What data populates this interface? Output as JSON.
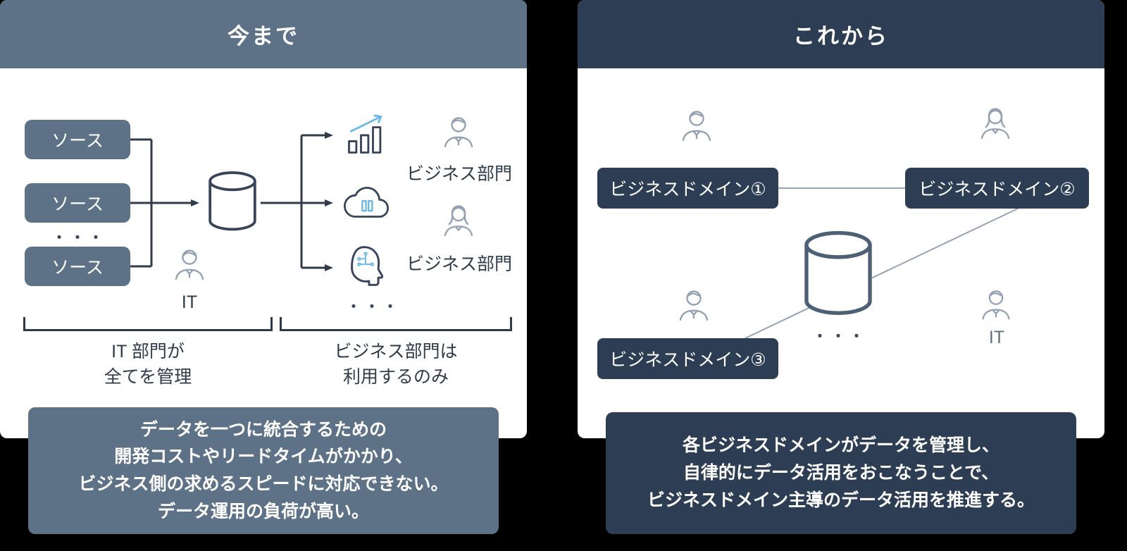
{
  "colors": {
    "background": "#000000",
    "slate": "#5d7187",
    "navy": "#2d3e54",
    "accent_blue": "#6cb9e3",
    "icon_gray": "#93a1b1",
    "text_dark": "#2f3b49",
    "connector_gray": "#95a3b3"
  },
  "left_panel": {
    "header": "今まで",
    "sources": [
      "ソース",
      "ソース",
      "ソース"
    ],
    "sources_ellipsis": "・・・",
    "it_label": "IT",
    "business_label_1": "ビジネス部門",
    "business_label_2": "ビジネス部門",
    "consumers_ellipsis": "・・・",
    "bracket_left_label": "IT 部門が\n全てを管理",
    "bracket_right_label": "ビジネス部門は\n利用するのみ",
    "summary": "データを一つに統合するための\n開発コストやリードタイムがかかり、\nビジネス側の求めるスピードに対応できない。\nデータ運用の負荷が高い。",
    "icons": [
      "person-man-icon",
      "database-cylinder-icon",
      "growth-chart-icon",
      "cloud-service-icon",
      "ai-head-icon",
      "person-man-icon",
      "person-woman-icon"
    ]
  },
  "right_panel": {
    "header": "これから",
    "domains": [
      "ビジネスドメイン①",
      "ビジネスドメイン②",
      "ビジネスドメイン③"
    ],
    "it_label": "IT",
    "ellipsis": "・・・",
    "summary": "各ビジネスドメインがデータを管理し、\n自律的にデータ活用をおこなうことで、\nビジネスドメイン主導のデータ活用を推進する。",
    "icons": [
      "person-man-icon",
      "person-woman-icon",
      "person-man-icon",
      "person-man-icon",
      "database-cylinder-icon"
    ]
  }
}
